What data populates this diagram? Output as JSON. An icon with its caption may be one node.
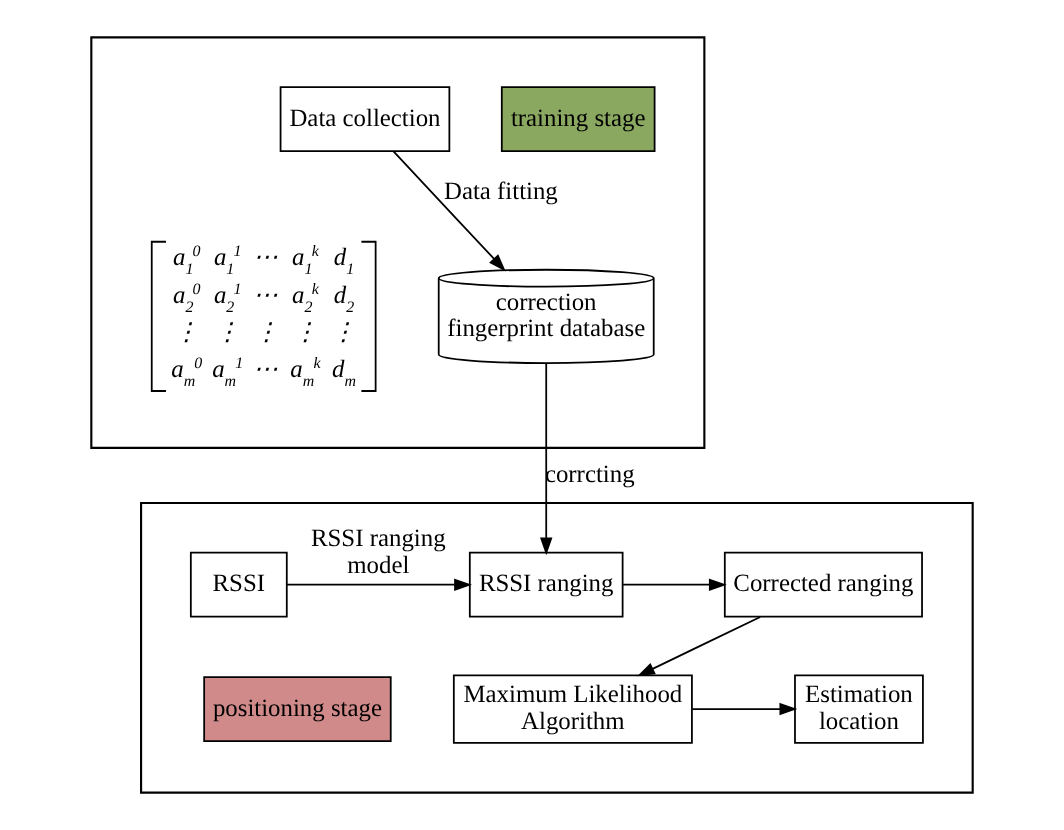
{
  "diagram": {
    "nodes": [
      {
        "text": [],
        "shape": "box"
      },
      {
        "text": [
          "training stage"
        ],
        "in": 0
      },
      {
        "text": [
          "Data collection"
        ],
        "in": 0
      },
      {
        "text": [
          "correction fingerprint database"
        ],
        "in": 0
      },
      {
        "text": [],
        "shape": "box"
      },
      {
        "text": [
          "RSSI"
        ],
        "in": 4
      },
      {
        "text": [
          "RSSI ranging"
        ],
        "in": 4
      },
      {
        "text": [
          "Corrected ranging"
        ],
        "in": 4
      },
      {
        "text": [
          "positioning stage"
        ],
        "in": 4
      },
      {
        "text": [
          "Estimation location"
        ],
        "in": 4
      },
      {
        "text": [
          "Maximum Likelihood Algorithm"
        ],
        "in": 4
      }
    ],
    "edges": [
      {
        "from": 2,
        "to": 3,
        "arrow": "to",
        "label": "Data fitting"
      },
      {
        "from": 3,
        "to": 6,
        "arrow": "to",
        "label": "corrcting"
      },
      {
        "from": 5,
        "to": 6,
        "arrow": "to",
        "label": "RSSI ranging model"
      },
      {
        "from": 6,
        "to": 7,
        "arrow": "to"
      },
      {
        "from": 7,
        "to": 10,
        "arrow": "to"
      },
      {
        "from": 10,
        "to": 9,
        "arrow": "to"
      }
    ],
    "labels": [
      "a$_{1}$$^{0}$",
      "a$_{1}$$^{1}$",
      "⋯",
      "a$_{1}$$^{k}$",
      "d$_{1}$",
      "a$_{2}$$^{0}$",
      "a$_{2}$$^{1}$",
      "⋯",
      "a$_{2}$$^{k}$",
      "d$_{2}$",
      "⋮",
      "⋮",
      "⋮",
      "⋮",
      "⋮",
      "a$_{m}$$^{0}$",
      "a$_{m}$$^{1}$",
      "⋯",
      "a$_{m}$$^{k}$",
      "d$_{m}$"
    ]
  }
}
